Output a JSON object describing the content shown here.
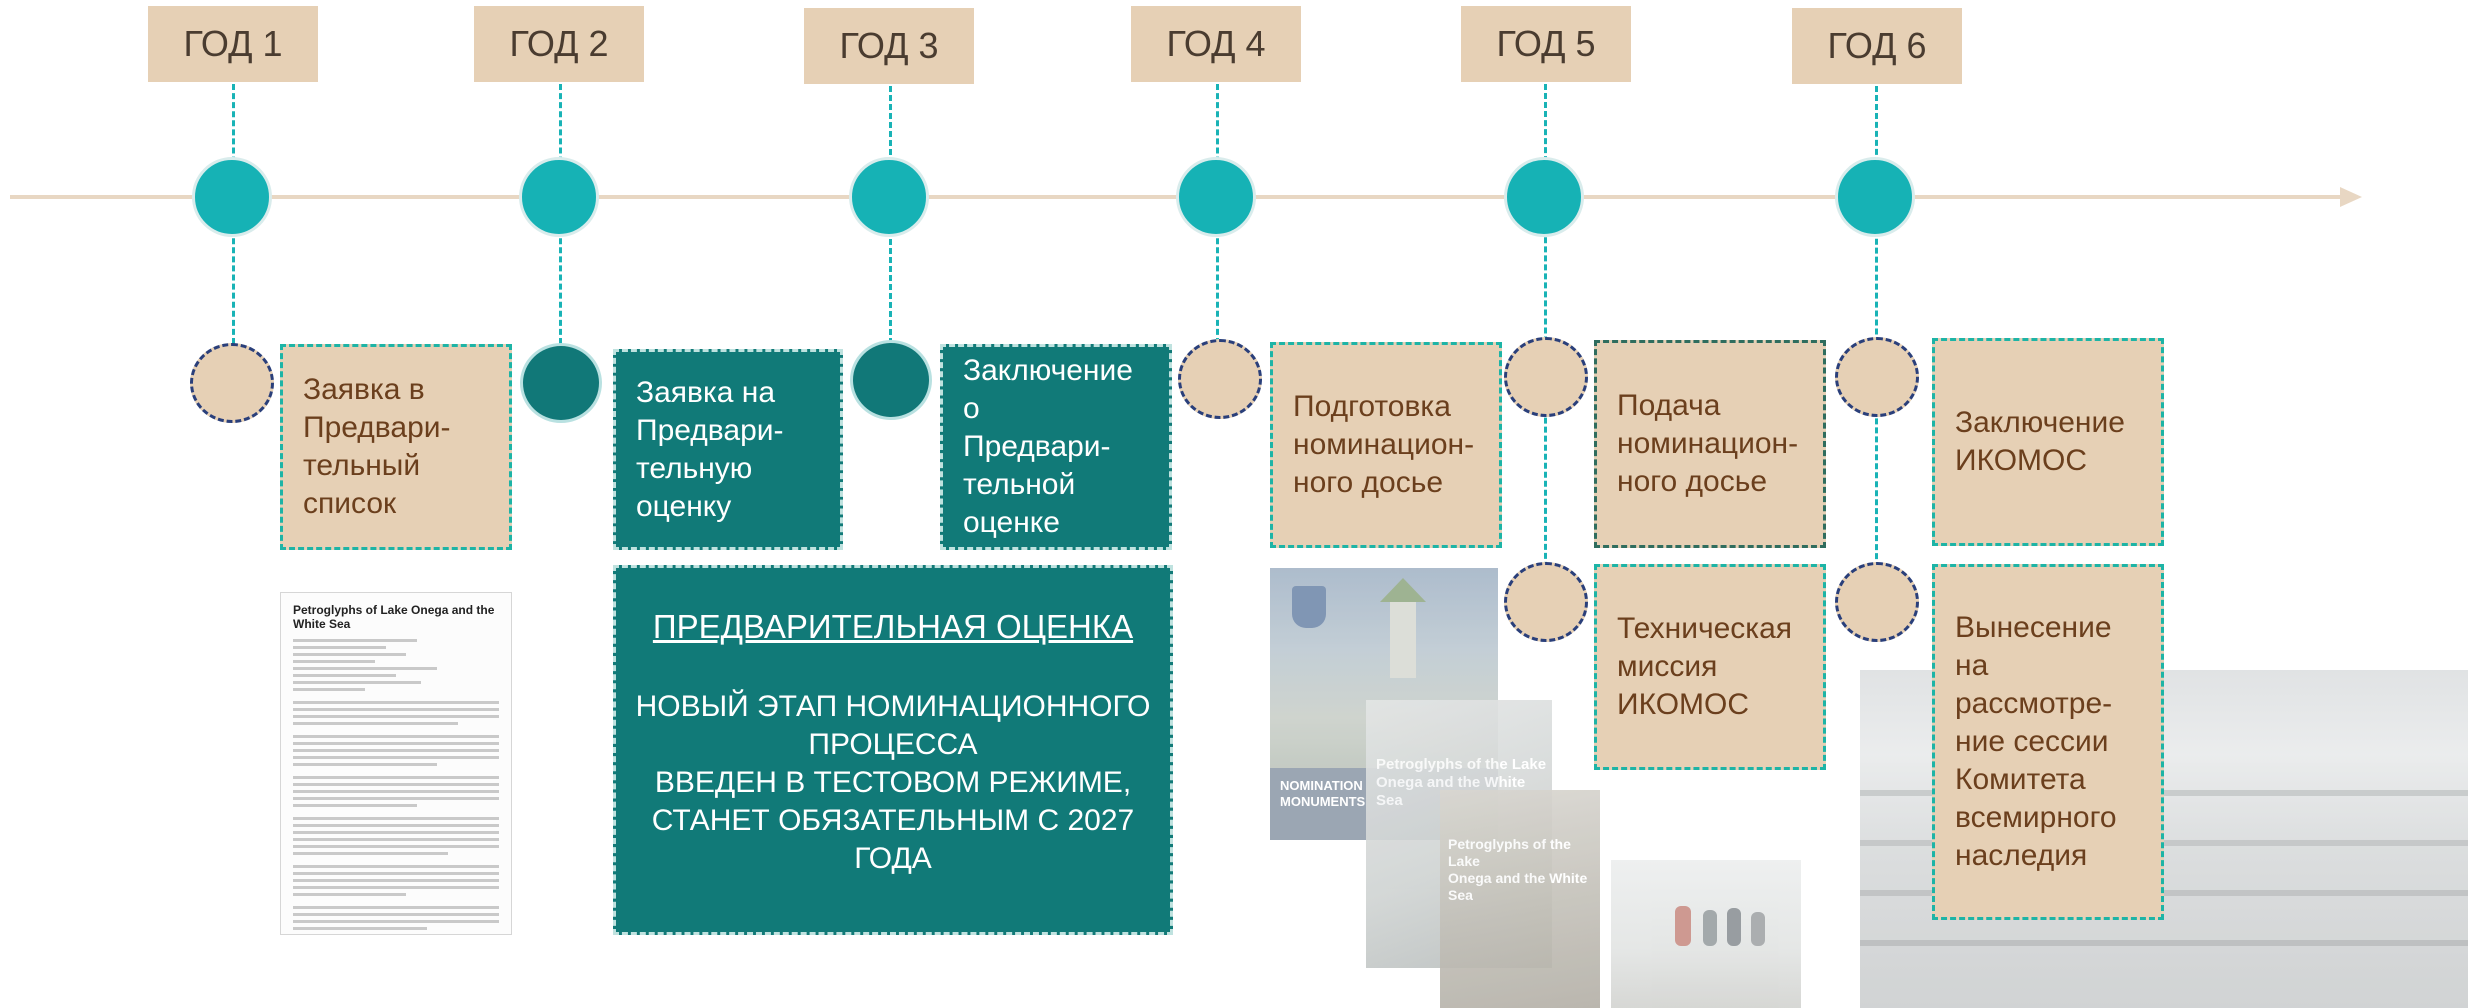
{
  "years": [
    "ГОД 1",
    "ГОД 2",
    "ГОД 3",
    "ГОД 4",
    "ГОД 5",
    "ГОД 6"
  ],
  "steps": {
    "tentative_list": "Заявка в\nПредвари-\nтельный\nсписок",
    "preliminary_request": "Заявка на\nПредвари-\nтельную\nоценку",
    "preliminary_conclusion": "Заключение о\nПредвари-\nтельной\nоценке",
    "dossier_preparation": "Подготовка\nноминацион-\nного досье",
    "dossier_submission": "Подача\nноминацион-\nного досье",
    "icomos_conclusion": "Заключение\nИКОМОС",
    "technical_mission": "Техническая\nмиссия\nИКОМОС",
    "committee_session": "Вынесение\nна\nрассмотре-\nние сессии\nКомитета\nвсемирного\nнаследия"
  },
  "panel": {
    "heading": "ПРЕДВАРИТЕЛЬНАЯ ОЦЕНКА",
    "body": "НОВЫЙ ЭТАП НОМИНАЦИОННОГО\nПРОЦЕССА\nВВЕДЕН В ТЕСТОВОМ РЕЖИМЕ,\nСТАНЕТ ОБЯЗАТЕЛЬНЫМ С 2027 ГОДА"
  },
  "document": {
    "title": "Petroglyphs of Lake Onega and the White Sea"
  },
  "covers": {
    "cover_a": "NOMINATION\nMONUMENTS",
    "cover_b": "Petroglyphs of the Lake\nOnega and the White Sea",
    "cover_c": "Petroglyphs of the Lake\nOnega and the White Sea"
  },
  "colors": {
    "tan": "#e6d0b5",
    "teal": "#16b2b5",
    "dark_teal": "#117a78",
    "brown_text": "#6b3f1d"
  }
}
